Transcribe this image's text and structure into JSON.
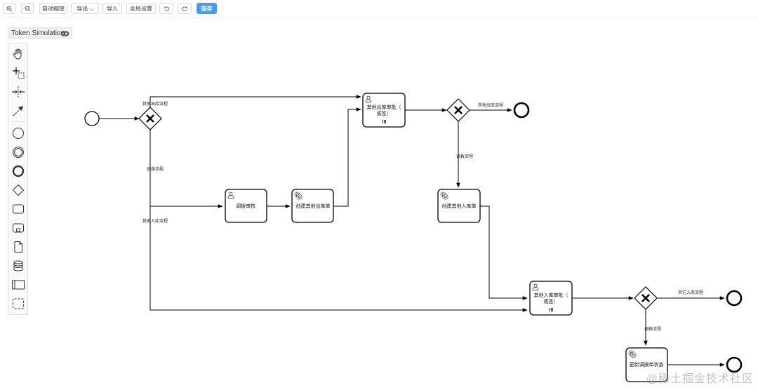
{
  "toolbar": {
    "zoom_in_icon": "zoom-in-icon",
    "zoom_out_icon": "zoom-out-icon",
    "auto_fit": "自动缩放",
    "export": "导出",
    "import": "导入",
    "global_settings": "全局设置",
    "save": "保存"
  },
  "token_simulation": {
    "label": "Token Simulation"
  },
  "palette": {
    "tools": [
      "hand-tool-icon",
      "lasso-tool-icon",
      "space-tool-icon",
      "global-connect-icon"
    ],
    "shapes": [
      "start-event-icon",
      "intermediate-event-icon",
      "end-event-icon",
      "gateway-icon",
      "task-icon",
      "subprocess-icon",
      "data-object-icon",
      "data-store-icon",
      "participant-icon",
      "group-icon"
    ]
  },
  "diagram": {
    "tasks": {
      "other_out_approval": "其他出库审批（",
      "other_out_approval_2": "或签）",
      "transfer_review": "调拨审核",
      "create_other_out": "创建其他出库单",
      "create_other_in": "创建其他入库单",
      "other_in_approval": "其他入库审批（",
      "other_in_approval_2": "或签）",
      "update_transfer_status": "更新调拨单状态"
    },
    "flows": {
      "other_out_flow": "其他出库流程",
      "transfer_flow_1": "调拨流程",
      "other_in_flow": "其他入库流程",
      "other_out_flow_2": "其他出库流程",
      "transfer_flow_2": "调拨流程",
      "other_in_flow_2": "其它入库流程",
      "transfer_flow_3": "调拨流程"
    }
  },
  "watermark": "@稀土掘金技术社区"
}
